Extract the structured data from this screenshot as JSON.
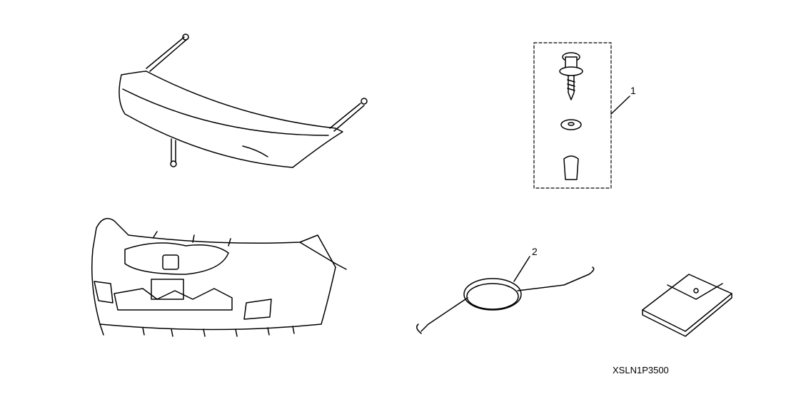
{
  "callouts": [
    {
      "number": "1"
    },
    {
      "number": "2"
    }
  ],
  "diagram_code": "XSLN1P3500"
}
